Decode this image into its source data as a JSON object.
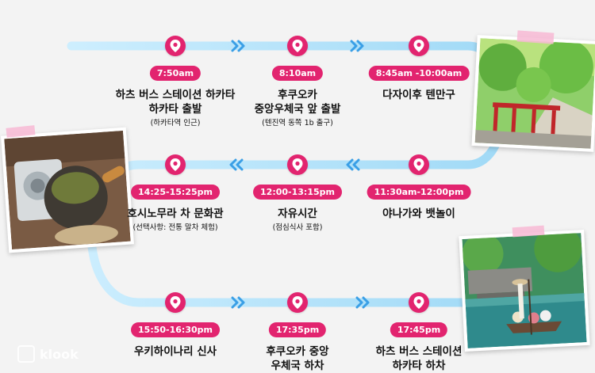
{
  "colors": {
    "accent": "#e2246f",
    "route": "#aee0f8",
    "arrow": "#3a9fe6"
  },
  "brand": {
    "watermark": "klook"
  },
  "stops": [
    {
      "time": "7:50am",
      "lines": [
        "하츠 버스 스테이션 하카타",
        "하카타 출발"
      ],
      "sub": "(하카타역 인근)"
    },
    {
      "time": "8:10am",
      "lines": [
        "후쿠오카",
        "중앙우체국 앞 출발"
      ],
      "sub": "(텐진역 동쪽 1b 출구)"
    },
    {
      "time": "8:45am -10:00am",
      "lines": [
        "다자이후 텐만구"
      ],
      "sub": ""
    },
    {
      "time": "14:25-15:25pm",
      "lines": [
        "호시노무라 차 문화관"
      ],
      "sub": "(선택사항: 전통 말차 체험)"
    },
    {
      "time": "12:00-13:15pm",
      "lines": [
        "자유시간"
      ],
      "sub": "(점심식사 포함)"
    },
    {
      "time": "11:30am-12:00pm",
      "lines": [
        "야나가와 뱃놀이"
      ],
      "sub": ""
    },
    {
      "time": "15:50-16:30pm",
      "lines": [
        "우키하이나리 신사"
      ],
      "sub": ""
    },
    {
      "time": "17:35pm",
      "lines": [
        "후쿠오카 중앙",
        "우체국 하차"
      ],
      "sub": ""
    },
    {
      "time": "17:45pm",
      "lines": [
        "하츠 버스 스테이션",
        "하카타 하차"
      ],
      "sub": ""
    }
  ]
}
